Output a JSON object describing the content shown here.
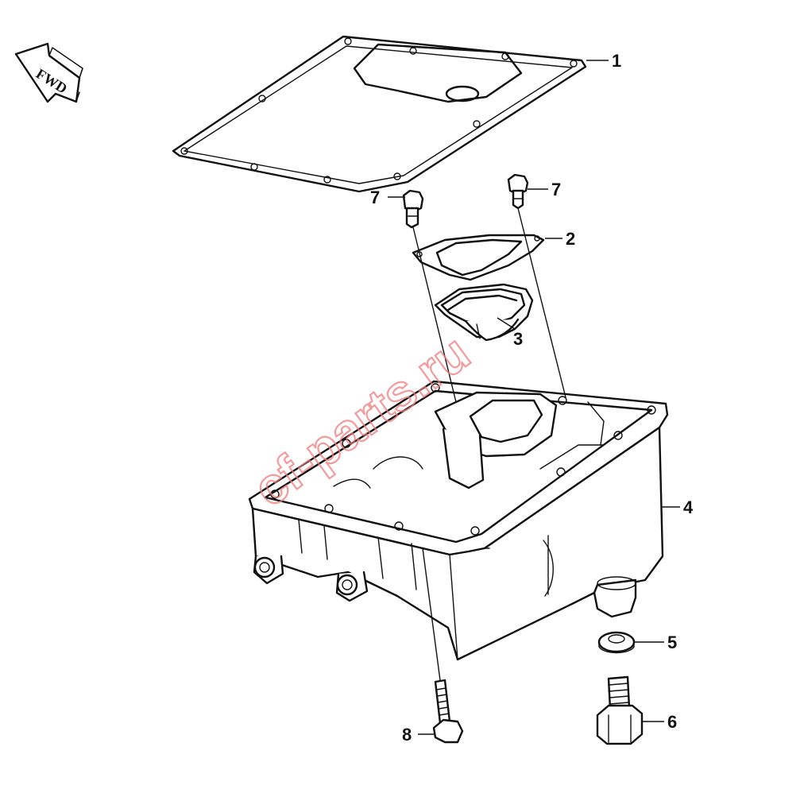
{
  "fwd_label": "FWD",
  "watermark": "cf-parts.ru",
  "callouts": [
    {
      "id": "1",
      "text": "1"
    },
    {
      "id": "2",
      "text": "2"
    },
    {
      "id": "3",
      "text": "3"
    },
    {
      "id": "4",
      "text": "4"
    },
    {
      "id": "5",
      "text": "5"
    },
    {
      "id": "6",
      "text": "6"
    },
    {
      "id": "7a",
      "text": "7"
    },
    {
      "id": "7b",
      "text": "7"
    },
    {
      "id": "8",
      "text": "8"
    }
  ],
  "colors": {
    "line": "#111111",
    "watermark": "#f07a7a",
    "background": "#ffffff"
  }
}
